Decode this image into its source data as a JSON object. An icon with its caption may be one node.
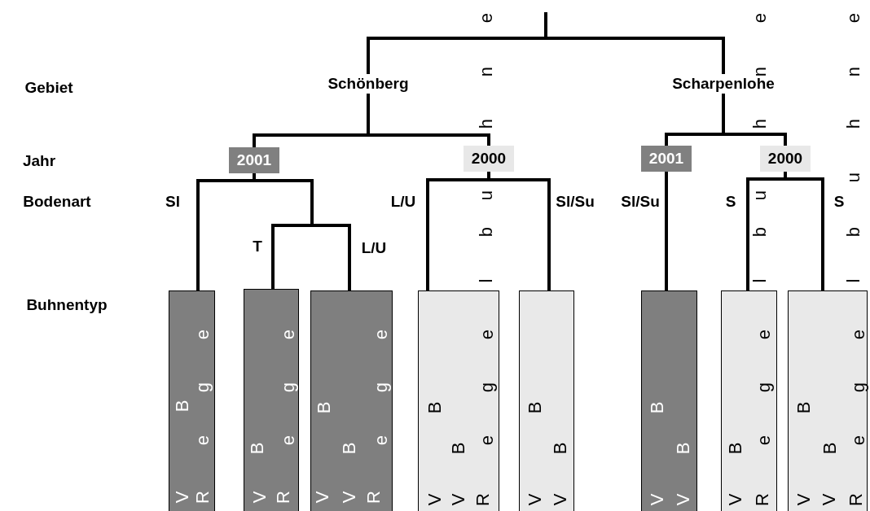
{
  "diagram": {
    "nodes": [
      {
        "text": [
          "Schönberg"
        ]
      },
      {
        "text": [
          "Scharpenlohe"
        ]
      },
      {
        "text": [
          "2001"
        ]
      },
      {
        "text": [
          "2000"
        ]
      },
      {
        "text": [
          "2001"
        ]
      },
      {
        "text": [
          "2000"
        ]
      },
      {
        "text": [
          "V",
          "R",
          "B",
          "e",
          "g",
          "e"
        ]
      },
      {
        "text": [
          "V",
          "R",
          "B",
          "e",
          "g",
          "e"
        ]
      },
      {
        "text": [
          "V",
          "V",
          "R",
          "B",
          "B",
          "e",
          "g",
          "e"
        ]
      },
      {
        "text": [
          "V",
          "V",
          "R",
          "B",
          "B",
          "e",
          "g",
          "e"
        ]
      },
      {
        "text": [
          "V",
          "V",
          "B",
          "B"
        ]
      },
      {
        "text": [
          "V",
          "V",
          "B",
          "B"
        ]
      },
      {
        "text": [
          "V",
          "R",
          "B",
          "e",
          "g",
          "e"
        ]
      },
      {
        "text": [
          "V",
          "V",
          "R",
          "B",
          "B",
          "e",
          "g",
          "e"
        ]
      }
    ],
    "edges": [
      {
        "from": null,
        "to": 0,
        "arrow": "none"
      },
      {
        "from": null,
        "to": 1,
        "arrow": "none"
      },
      {
        "from": 0,
        "to": 2,
        "arrow": "none"
      },
      {
        "from": 0,
        "to": 3,
        "arrow": "none"
      },
      {
        "from": 1,
        "to": 4,
        "arrow": "none"
      },
      {
        "from": 1,
        "to": 5,
        "arrow": "none"
      },
      {
        "from": 2,
        "to": 6,
        "arrow": "none",
        "label": "Sl"
      },
      {
        "from": 2,
        "to": 7,
        "arrow": "none",
        "label": "T"
      },
      {
        "from": 2,
        "to": 8,
        "arrow": "none",
        "label": "L/U"
      },
      {
        "from": 3,
        "to": 9,
        "arrow": "none",
        "label": "L/U"
      },
      {
        "from": 3,
        "to": 10,
        "arrow": "none",
        "label": "Sl/Su"
      },
      {
        "from": 4,
        "to": 11,
        "arrow": "none",
        "label": "Sl/Su"
      },
      {
        "from": 5,
        "to": 12,
        "arrow": "none",
        "label": "S"
      },
      {
        "from": 5,
        "to": 13,
        "arrow": "none",
        "label": "S"
      }
    ],
    "labels": [
      "Gebiet",
      "Jahr",
      "Bodenart",
      "Buhnentyp",
      "e",
      "n",
      "h",
      "u",
      "b",
      "l",
      "e",
      "n",
      "h",
      "u",
      "b",
      "l",
      "e",
      "n",
      "h",
      "u",
      "b",
      "l"
    ]
  }
}
